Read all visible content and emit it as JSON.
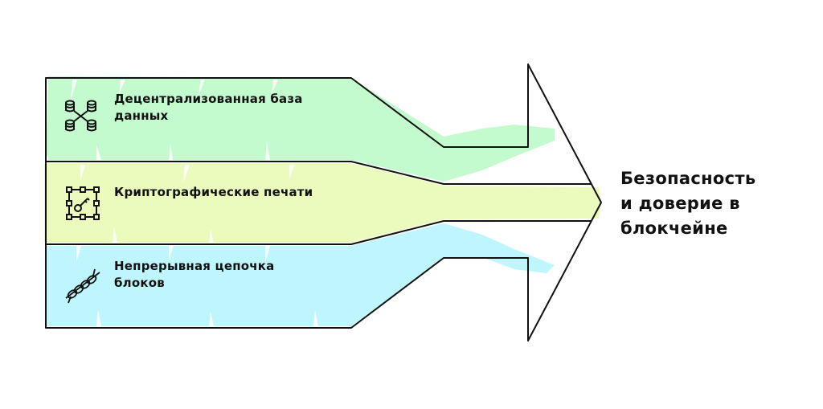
{
  "diagram": {
    "type": "converging-arrow",
    "colors": {
      "band1": "#c3fbcf",
      "band2": "#eafbbd",
      "band3": "#bff5fc",
      "stroke": "#111111"
    },
    "inputs": [
      {
        "icon": "database-network-icon",
        "line1": "Децентрализованная база",
        "line2": "данных"
      },
      {
        "icon": "certificate-key-icon",
        "line1": "Криптографические печати",
        "line2": ""
      },
      {
        "icon": "chain-icon",
        "line1": "Непрерывная цепочка",
        "line2": "блоков"
      }
    ],
    "result": {
      "line1": "Безопасность",
      "line2": "и доверие в",
      "line3": "блокчейне"
    }
  }
}
